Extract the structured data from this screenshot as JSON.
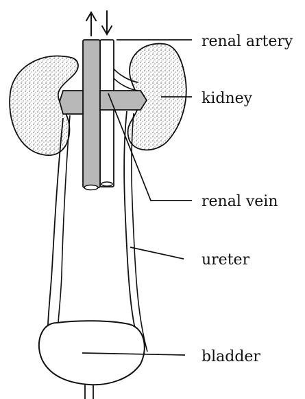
{
  "diagram": {
    "labels": {
      "renal_artery": "renal artery",
      "kidney": "kidney",
      "renal_vein": "renal vein",
      "ureter": "ureter",
      "bladder": "bladder"
    }
  },
  "colors": {
    "background": "#ffffff",
    "line": "#111111",
    "vein_fill": "#b8b8b8",
    "kidney_fill": "#ffffff",
    "stipple": "#1a1a1a"
  }
}
